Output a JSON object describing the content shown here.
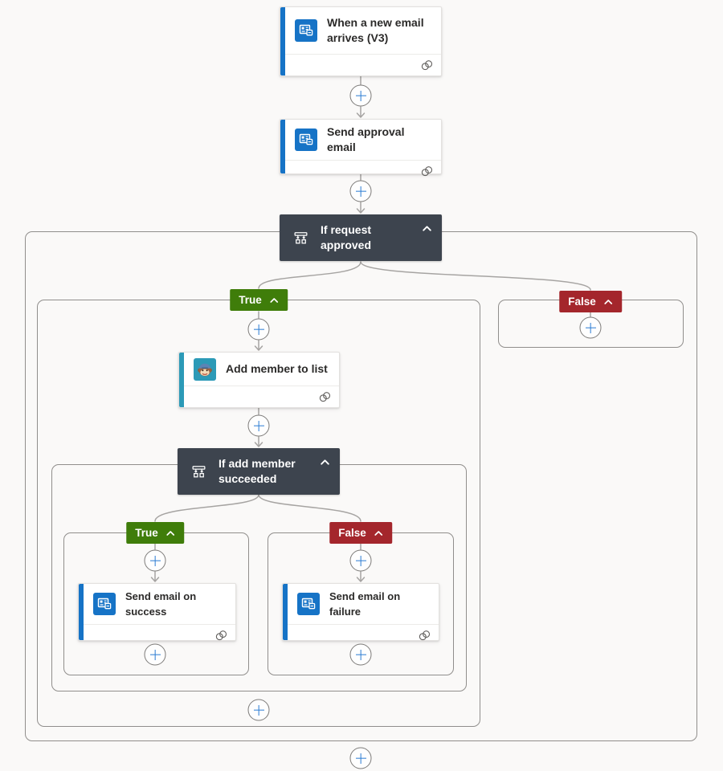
{
  "nodes": {
    "trigger": {
      "title": "When a new email arrives (V3)"
    },
    "send_approval": {
      "title": "Send approval email"
    },
    "condition_request": {
      "title": "If request approved"
    },
    "add_member": {
      "title": "Add member to list"
    },
    "condition_member": {
      "title": "If add member succeeded"
    },
    "send_success": {
      "title": "Send email on success"
    },
    "send_failure": {
      "title": "Send email on failure"
    }
  },
  "badges": {
    "true_label": "True",
    "false_label": "False"
  },
  "colors": {
    "canvas_bg": "#faf9f8",
    "true_badge": "#3f7d0a",
    "false_badge": "#a4262c",
    "condition_bg": "#3d444e",
    "outlook_accent": "#1673c6",
    "mailchimp_accent": "#2c9ab7",
    "connector_gray": "#a6a4a2",
    "plus_blue": "#2b7cd3"
  },
  "icons": {
    "trigger": "outlook-icon",
    "send_approval": "outlook-icon",
    "add_member": "mailchimp-icon",
    "conditions": "condition-icon",
    "collapse": "chevron-up-icon",
    "card_footer": "connection-icon"
  }
}
